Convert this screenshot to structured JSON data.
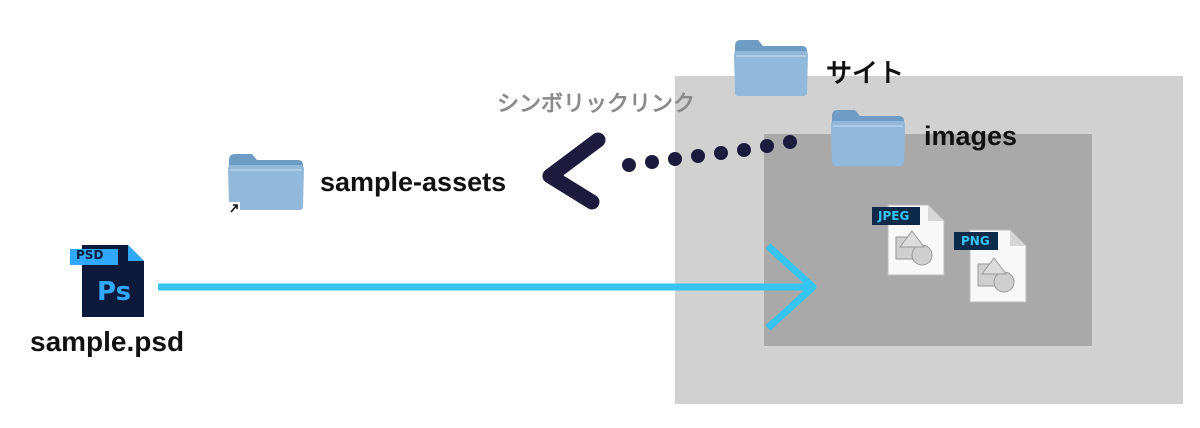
{
  "diagram": {
    "site_folder": {
      "label": "サイト",
      "icon": "folder-icon"
    },
    "images_folder": {
      "label": "images",
      "icon": "folder-icon"
    },
    "assets_folder": {
      "label": "sample-assets",
      "icon": "folder-alias-icon"
    },
    "psd_file": {
      "label": "sample.psd",
      "badge": "PSD",
      "glyph": "Ps",
      "icon": "photoshop-file-icon"
    },
    "jpeg_file": {
      "badge": "JPEG",
      "icon": "jpeg-file-icon"
    },
    "png_file": {
      "badge": "PNG",
      "icon": "png-file-icon"
    },
    "symlink": {
      "label": "シンボリックリンク"
    },
    "colors": {
      "export_arrow": "#36c5f0",
      "symlink_arrow": "#1c1a3d",
      "folder_blue": "#8fb5d6",
      "site_area": "#d1d1d1",
      "images_area": "#a9a9a9",
      "psd_dark": "#0b1a3a",
      "psd_accent": "#31a8ff"
    }
  }
}
